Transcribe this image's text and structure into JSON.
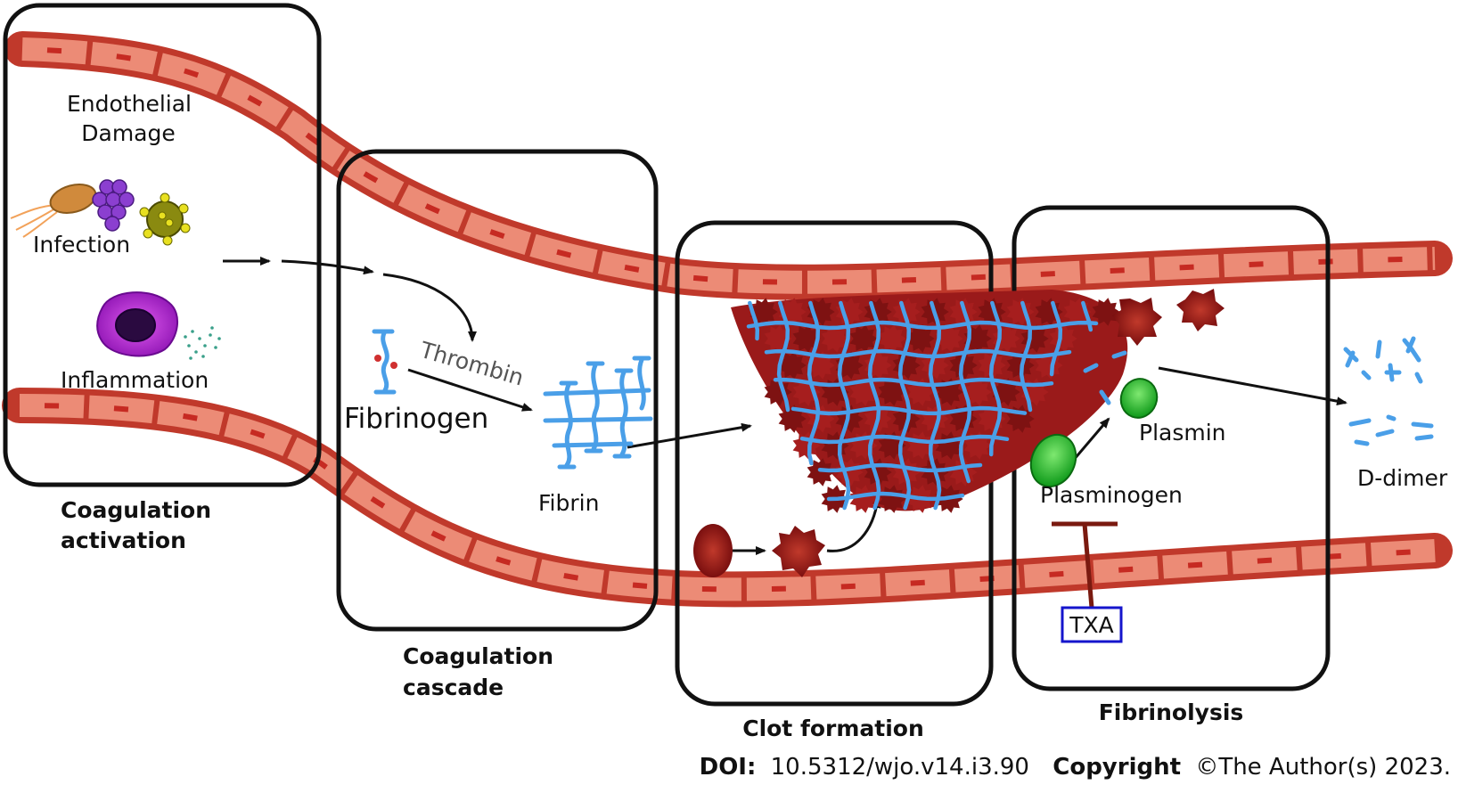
{
  "stages": {
    "activation": {
      "line1": "Coagulation",
      "line2": "activation"
    },
    "cascade": {
      "line1": "Coagulation",
      "line2": "cascade"
    },
    "clot": {
      "title": "Clot formation"
    },
    "fibrinolysis": {
      "title": "Fibrinolysis"
    }
  },
  "labels": {
    "endothelial_line1": "Endothelial",
    "endothelial_line2": "Damage",
    "infection": "Infection",
    "inflammation": "Inflammation",
    "thrombin": "Thrombin",
    "fibrinogen": "Fibrinogen",
    "fibrin": "Fibrin",
    "plasmin": "Plasmin",
    "plasminogen": "Plasminogen",
    "txa": "TXA",
    "d_dimer": "D-dimer"
  },
  "footer": {
    "doi_label": "DOI:",
    "doi_value": "10.5312/wjo.v14.i3.90",
    "copyright_label": "Copyright",
    "copyright_value": "©The Author(s) 2023."
  },
  "colors": {
    "vessel_dark": "#c0392b",
    "cell_fill": "#ec8b76",
    "fibrin_blue": "#4a9fe8",
    "rbc": "#8e1616",
    "plasmin_green": "#22bb33",
    "txa_border": "#1515cc",
    "inhibitor": "#7a1a10"
  }
}
